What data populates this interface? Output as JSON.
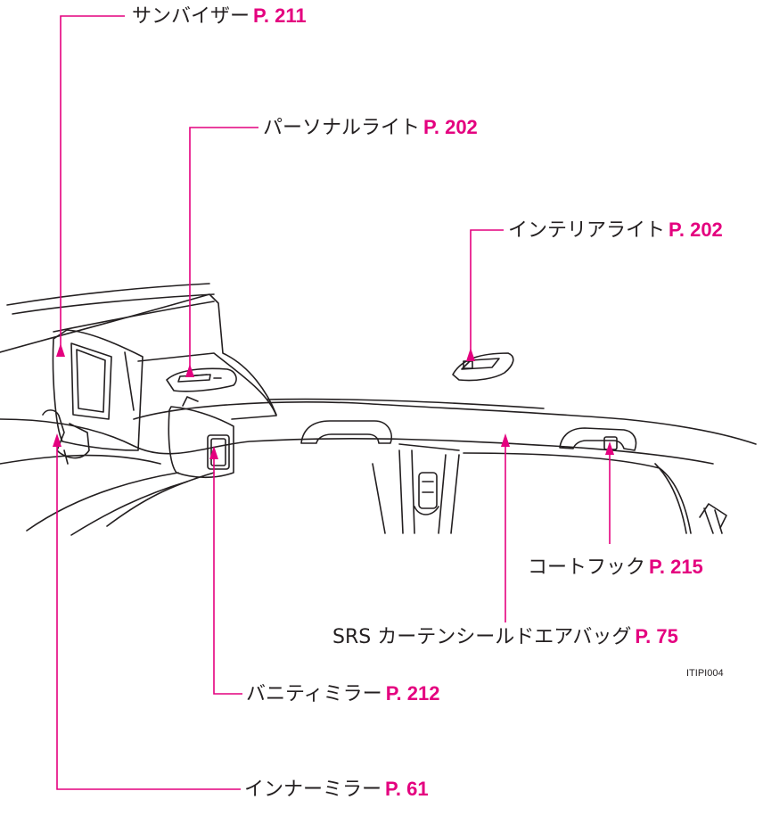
{
  "figure_code": "ITIPI004",
  "colors": {
    "callout": "#e4007f",
    "drawing": "#231f20"
  },
  "callouts": [
    {
      "id": "sun-visor",
      "text": "サンバイザー",
      "page": "P. 211"
    },
    {
      "id": "personal-light",
      "text": "パーソナルライト",
      "page": "P. 202"
    },
    {
      "id": "interior-light",
      "text": "インテリアライト",
      "page": "P. 202"
    },
    {
      "id": "coat-hook",
      "text": "コートフック",
      "page": "P. 215"
    },
    {
      "id": "srs-airbag",
      "text": "SRS カーテンシールドエアバッグ",
      "page": "P. 75"
    },
    {
      "id": "vanity-mirror",
      "text": "バニティミラー",
      "page": "P. 212"
    },
    {
      "id": "inner-mirror",
      "text": "インナーミラー",
      "page": "P. 61"
    }
  ]
}
